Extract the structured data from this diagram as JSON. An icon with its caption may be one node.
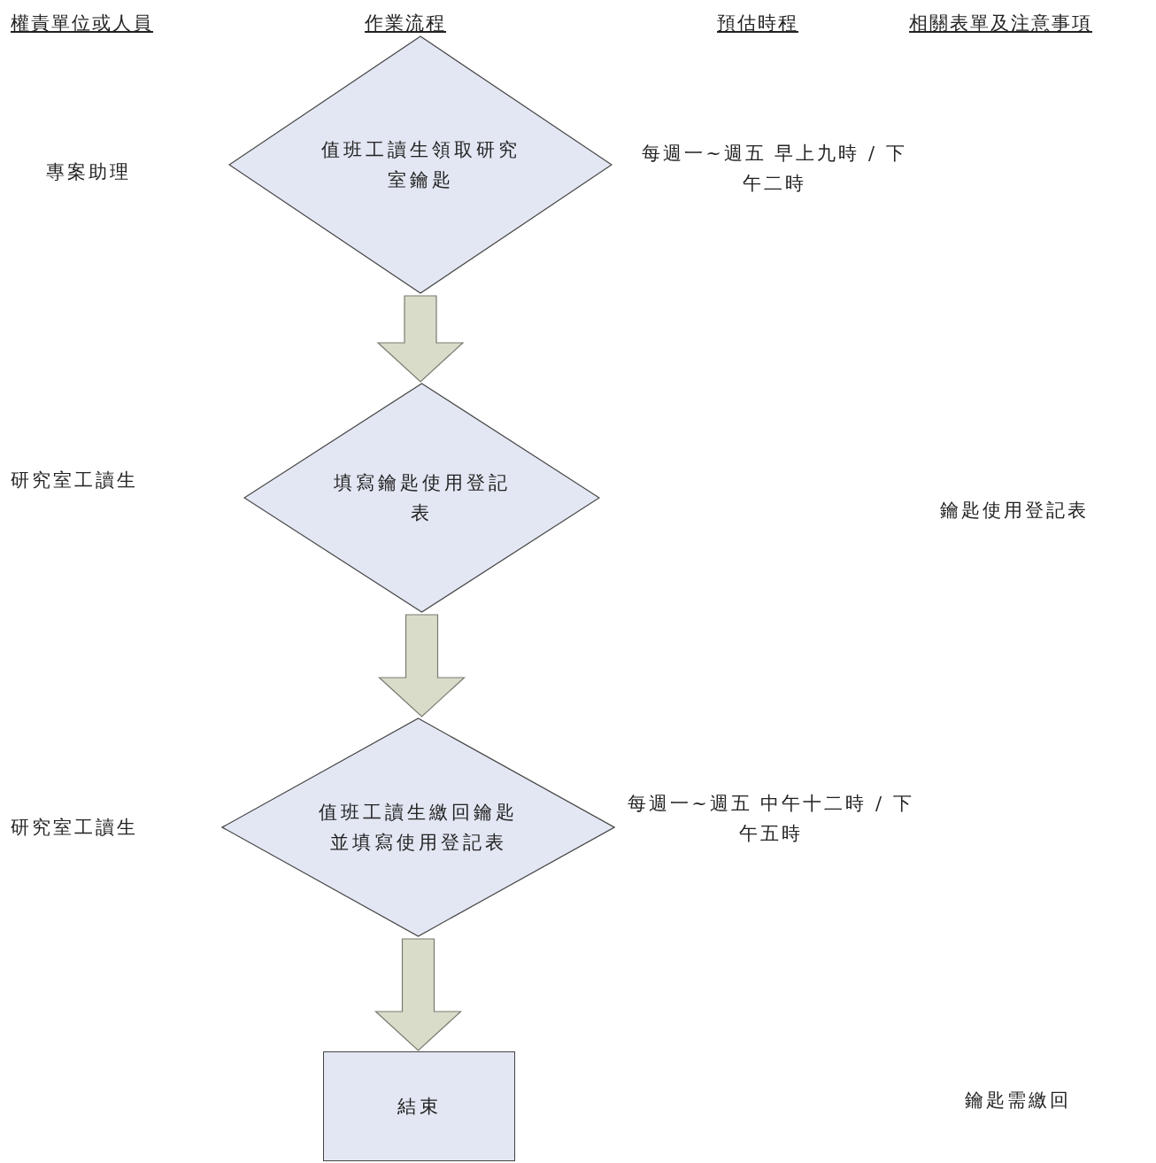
{
  "diagram": {
    "nodes": [
      {
        "text": [
          "值班工讀生領取研究室鑰匙"
        ],
        "beside": [
          "每週一~週五 早上九時 / 下午二時"
        ]
      },
      {
        "text": [
          "填寫鑰匙使用登記表"
        ]
      },
      {
        "text": [
          "值班工讀生繳回鑰匙並填寫使用登記表"
        ],
        "beside": [
          "每週一~週五 中午十二時 / 下午五時"
        ]
      },
      {
        "text": [
          "結束"
        ]
      }
    ],
    "edges": [
      {
        "from": 0,
        "to": 1,
        "arrow": "to"
      },
      {
        "from": 1,
        "to": 2,
        "arrow": "to"
      },
      {
        "from": 2,
        "to": 3,
        "arrow": "to"
      }
    ],
    "labels": [
      "權責單位或人員",
      "作業流程",
      "預估時程",
      "相關表單及注意事項",
      "專案助理",
      "研究室工讀生",
      "鑰匙使用登記表",
      "研究室工讀生",
      "鑰匙需繳回"
    ]
  }
}
